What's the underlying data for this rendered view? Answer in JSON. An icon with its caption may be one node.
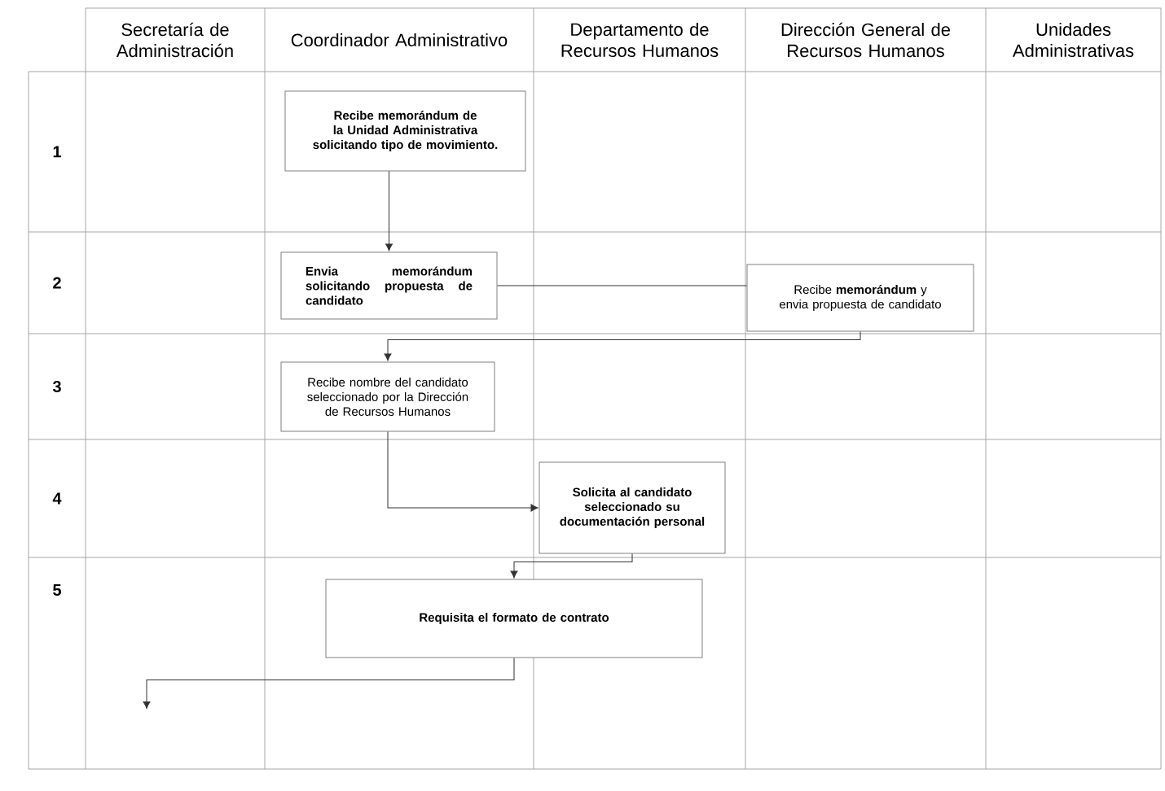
{
  "diagram": {
    "nodes": [
      {
        "text": [
          "Recibe memorándum de la Unidad Administrativa solicitando tipo de movimiento."
        ]
      },
      {
        "text": [
          "Envia memorándum solicitando propuesta de candidato"
        ]
      },
      {
        "text": [
          "Recibe **memorándum** y envia propuesta de candidato"
        ]
      },
      {
        "text": [
          "Recibe nombre del candidato seleccionado por la Dirección de Recursos Humanos"
        ]
      },
      {
        "text": [
          "Solicita al candidato seleccionado su documentación personal"
        ]
      },
      {
        "text": [
          "Requisita el formato de contrato"
        ]
      }
    ],
    "edges": [
      {
        "from": 0,
        "to": 1,
        "arrow": "to"
      },
      {
        "from": 1,
        "to": 2,
        "arrow": "none"
      },
      {
        "from": 2,
        "to": 3,
        "arrow": "to"
      },
      {
        "from": 3,
        "to": 4,
        "arrow": "to"
      },
      {
        "from": 4,
        "to": 5,
        "arrow": "to"
      },
      {
        "from": 5,
        "to": null,
        "arrow": "to"
      }
    ],
    "labels": [
      "Secretaría de Administración",
      "Coordinador Administrativo",
      "Departamento de Recursos Humanos",
      "Dirección General de Recursos Humanos",
      "Unidades Administrativas",
      "1",
      "2",
      "3",
      "4",
      "5"
    ]
  }
}
